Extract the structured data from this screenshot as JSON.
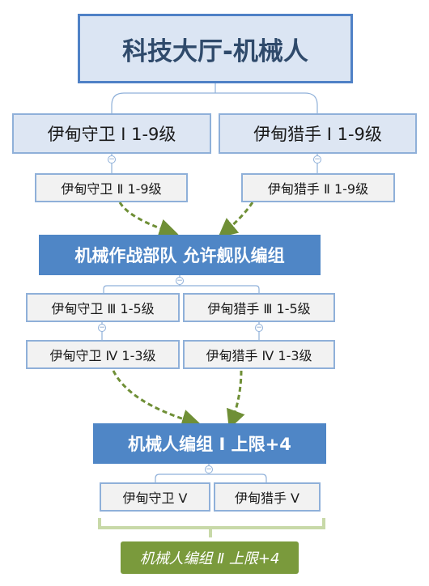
{
  "root": {
    "label": "科技大厅-机械人"
  },
  "tier1": [
    {
      "label": "伊甸守卫 Ⅰ 1-9级"
    },
    {
      "label": "伊甸猎手 Ⅰ 1-9级"
    }
  ],
  "tier2": [
    {
      "label": "伊甸守卫 Ⅱ 1-9级"
    },
    {
      "label": "伊甸猎手 Ⅱ 1-9级"
    }
  ],
  "unlock1": {
    "label": "机械作战部队 允许舰队编组"
  },
  "tier3": [
    {
      "label": "伊甸守卫 Ⅲ 1-5级"
    },
    {
      "label": "伊甸猎手 Ⅲ 1-5级"
    }
  ],
  "tier4": [
    {
      "label": "伊甸守卫 Ⅳ 1-3级"
    },
    {
      "label": "伊甸猎手 Ⅳ 1-3级"
    }
  ],
  "unlock2": {
    "label": "机械人编组 Ⅰ 上限+4"
  },
  "tier5": [
    {
      "label": "伊甸守卫 Ⅴ"
    },
    {
      "label": "伊甸猎手 Ⅴ"
    }
  ],
  "summary_note": {
    "label": "机械人编组 Ⅱ 上限+4"
  },
  "colors": {
    "hub_fill": "#4f86c6",
    "root_fill": "#dbe5f3",
    "arrow": "#6f8f36",
    "note_fill": "#7a9a3c",
    "bracket": "#c8d9a8"
  }
}
